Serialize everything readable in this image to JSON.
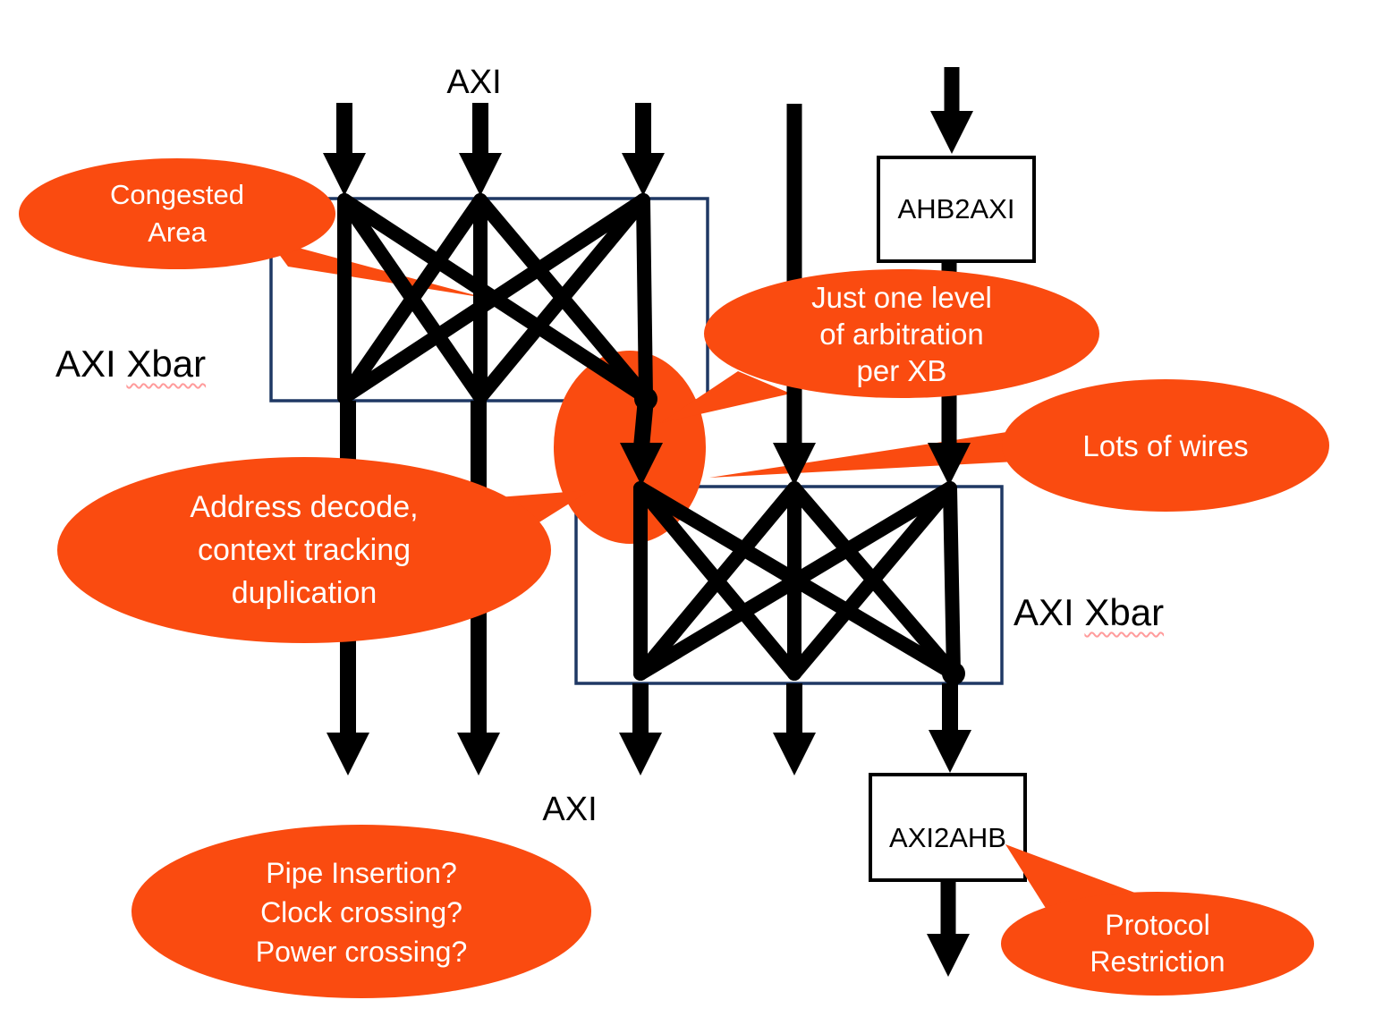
{
  "colors": {
    "callout_orange": "#FA4B10",
    "xbar_border_navy": "#1F3864",
    "wire_black": "#000000",
    "spellcheck_squiggle_red": "#FF9B9B",
    "callout_text_white": "#FFFFFF"
  },
  "labels": {
    "axi_top": "AXI",
    "axi_bottom": "AXI",
    "xbar_left_prefix": "AXI ",
    "xbar_left_word": "Xbar",
    "xbar_right_prefix": "AXI ",
    "xbar_right_word": "Xbar",
    "ahb2axi": "AHB2AXI",
    "axi2ahb": "AXI2AHB"
  },
  "callouts": {
    "congested": {
      "lines": [
        "Congested",
        "Area"
      ]
    },
    "arbitration": {
      "lines": [
        "Just one level",
        "of arbitration",
        "per XB"
      ]
    },
    "wires": {
      "lines": [
        "Lots of wires"
      ]
    },
    "address": {
      "lines": [
        "Address decode,",
        "context tracking",
        "duplication"
      ]
    },
    "pipe": {
      "lines": [
        "Pipe Insertion?",
        "Clock crossing?",
        "Power crossing?"
      ]
    },
    "protocol": {
      "lines": [
        "Protocol",
        "Restriction"
      ]
    }
  }
}
